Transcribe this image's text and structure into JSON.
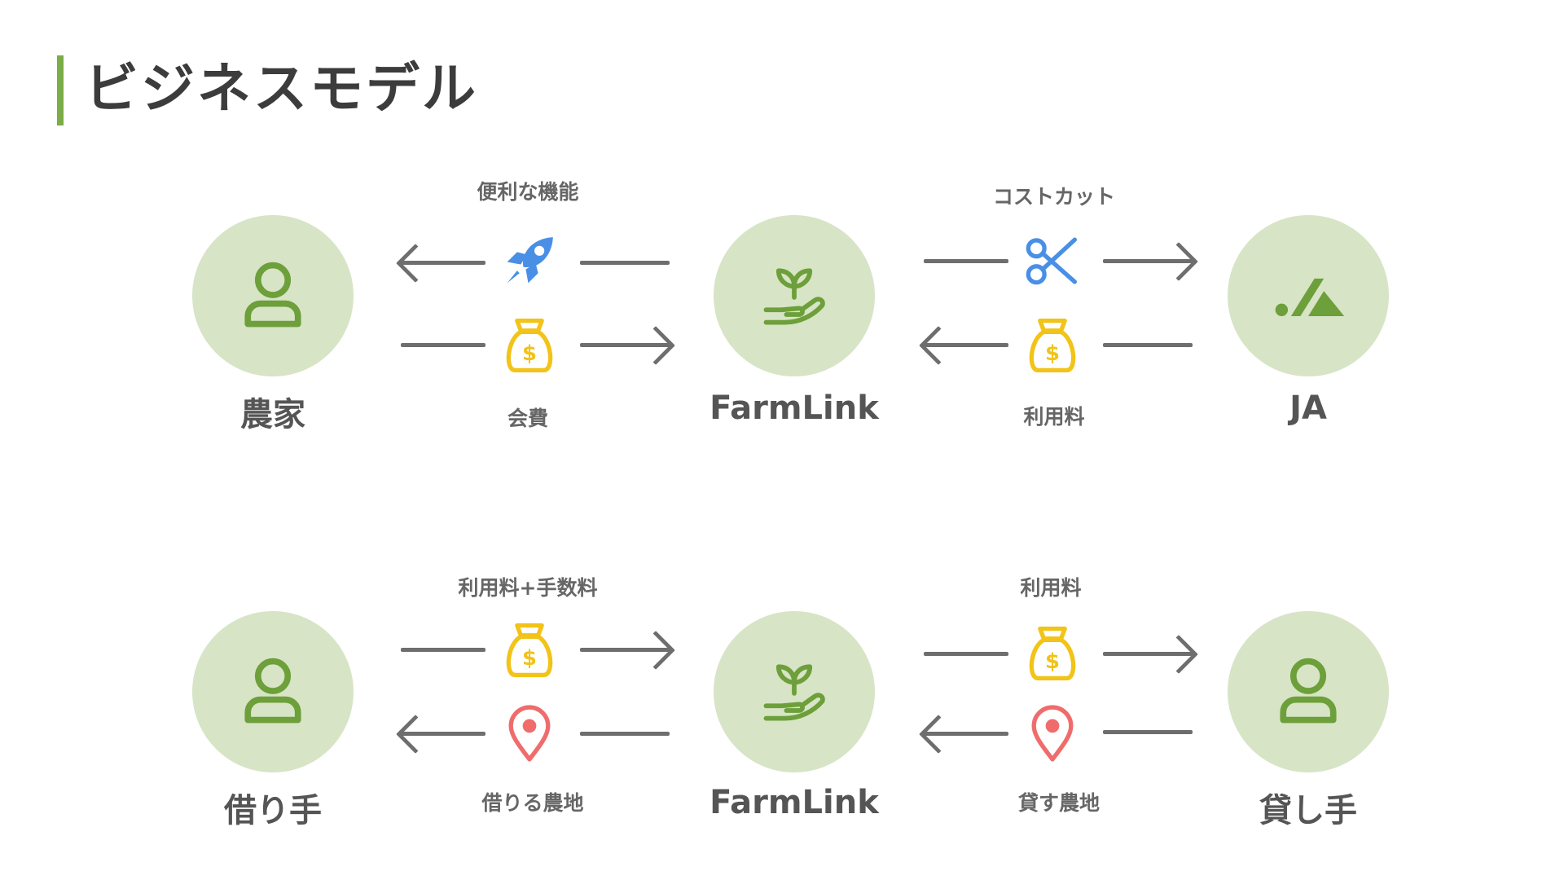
{
  "page": {
    "title": "ビジネスモデル"
  },
  "colors": {
    "accent": "#7aad45",
    "circle": "#d7e4c6",
    "icon_green": "#6d9f3a",
    "money": "#f2c318",
    "rocket": "#4a8fe6",
    "pin": "#f06c6c"
  },
  "row1": {
    "left_node": {
      "label": "農家",
      "icon": "person-icon"
    },
    "center_node": {
      "label": "FarmLink",
      "icon": "plant-hand-icon"
    },
    "right_node": {
      "label": "JA",
      "icon": "ja-logo"
    },
    "left_top_label": "便利な機能",
    "left_bottom_label": "会費",
    "right_top_label": "コストカット",
    "right_bottom_label": "利用料"
  },
  "row2": {
    "left_node": {
      "label": "借り手",
      "icon": "person-icon"
    },
    "center_node": {
      "label": "FarmLink",
      "icon": "plant-hand-icon"
    },
    "right_node": {
      "label": "貸し手",
      "icon": "person-icon"
    },
    "left_top_label": "利用料+手数料",
    "left_bottom_label": "借りる農地",
    "right_top_label": "利用料",
    "right_bottom_label": "貸す農地"
  }
}
